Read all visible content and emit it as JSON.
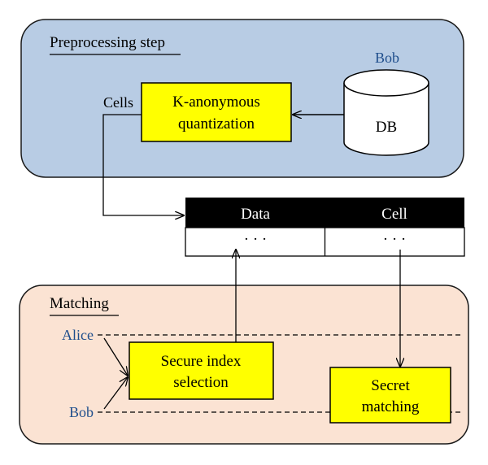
{
  "preprocessing": {
    "title": "Preprocessing step",
    "party": "Bob",
    "quantizer_line1": "K-anonymous",
    "quantizer_line2": "quantization",
    "database": "DB",
    "cells_label": "Cells"
  },
  "table": {
    "headers": [
      "Data",
      "Cell"
    ],
    "row": [
      "· · ·",
      "· · ·"
    ]
  },
  "matching": {
    "title": "Matching",
    "party_top": "Alice",
    "party_bottom": "Bob",
    "index_line1": "Secure index",
    "index_line2": "selection",
    "secret_line1": "Secret",
    "secret_line2": "matching"
  },
  "colors": {
    "preprocessing_panel": "#b8cce4",
    "matching_panel": "#fbe3d3",
    "process_box": "#ffff00",
    "table_header": "#000000",
    "party_label": "#1f4e8c",
    "stroke": "#000000"
  }
}
